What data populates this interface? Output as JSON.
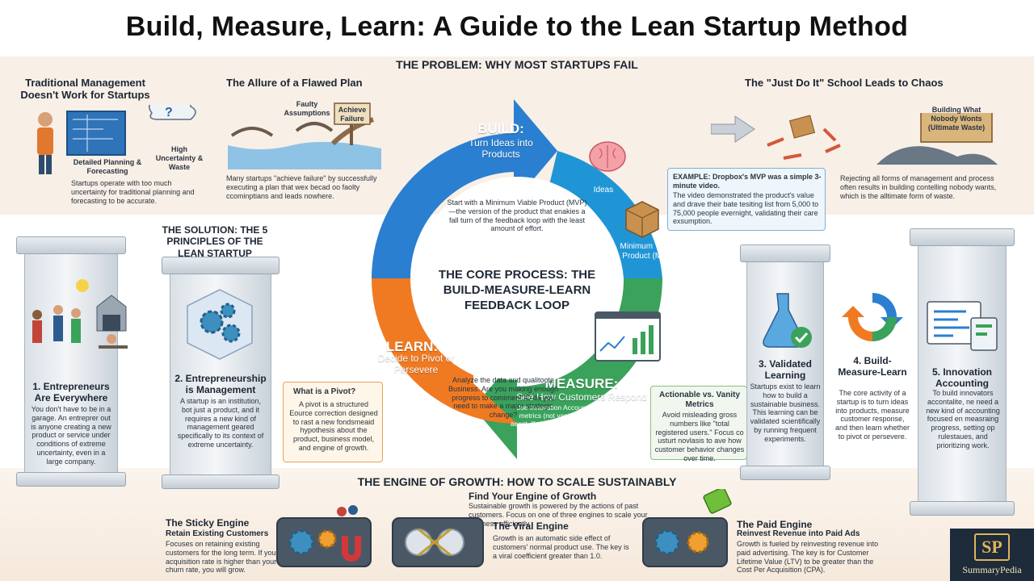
{
  "title": "Build, Measure, Learn: A Guide to the Lean Startup Method",
  "problem": {
    "heading": "THE PROBLEM: WHY MOST STARTUPS FAIL",
    "traditional": {
      "title": "Traditional Management Doesn't Work for Startups",
      "caption1": "Detailed Planning & Forecasting",
      "caption2": "High Uncertainty & Waste",
      "body": "Startups operate with too much uncertainty for traditional planning and forecasting to be accurate."
    },
    "allure": {
      "title": "The Allure of a Flawed Plan",
      "faulty": "Faulty Assumptions",
      "sign": "Achieve Failure",
      "body": "Many startups \"achieve failure\" by successfully executing a plan that wex becad oo faolty ccominptians and leads nowhere."
    },
    "justdoit": {
      "title": "The \"Just Do It\" School Leads to Chaos",
      "sign": "Building What Nobody Wonts (Ultimate Waste)",
      "body": "Rejecting all forms of management and process often results in building contelling nobody wants, which is the alltimate form of waste."
    }
  },
  "loop": {
    "core_title": "THE CORE PROCESS: THE BUILD-MEASURE-LEARN FEEDBACK LOOP",
    "build": {
      "title": "BUILD:",
      "subtitle": "Turn Ideas into Products",
      "ideas": "Ideas",
      "mvp": "Minimum Viable Product (MVP)",
      "inner": "Start with a Minimum Viable Product (MVP)—the version of the product that enakies a fall turn of the feedback loop with the least amount of effort."
    },
    "measure": {
      "title": "MEASURE:",
      "subtitle": "See How Customers Respond",
      "body": "Use Innovation Accounting and actionable metrics (not vanity matrics) to tighrbakis aeest. If your product development efferts are leading to real progress."
    },
    "learn": {
      "title": "LEARN:",
      "subtitle": "Decide to Pivot or Persevere",
      "inner": "Analyze the data and qualitoote Business. Are you making enough progress to comimen! ID da you need to make a major strategic change?"
    },
    "example": {
      "title": "EXAMPLE: Dropbox's MVP was a simple 3-minute video.",
      "body": "The video demonstrated the product's value and drave their bate tesiting list from 5,000 to 75,000 people evernight, validating their care exsumption."
    },
    "pivot": {
      "title": "What is a Pivot?",
      "body": "A pivot is a structured Eource correction designed to rast a new fondsmeaid hypothesis about the product, business model, and engine of growth."
    },
    "vanity": {
      "title": "Actionable vs. Vanity Metrics",
      "body": "Avoid misleading gross numbers like \"total registered users.\" Focus co usturt novlasis to ave how customer behavior changes over time."
    }
  },
  "solution": {
    "heading": "THE SOLUTION: THE 5 PRINCIPLES OF THE LEAN STARTUP",
    "principles": [
      {
        "title": "1. Entrepreneurs Are Everywhere",
        "body": "You don't have to be in a garage. An entreprer out is anyone creating a new product or service under conditions of extreme uncertainty, even in a large company."
      },
      {
        "title": "2. Entrepreneurship is Management",
        "body": "A startup is an institution, bot just a product, and it requires a new kind of management geared specifically to its context of extreme uncertainty."
      },
      {
        "title": "3. Validated Learning",
        "body": "Startups exist to learn how to build a sustainable business. This learning can be validated scientifically by running frequent experiments."
      },
      {
        "title": "4. Build-Measure-Learn",
        "body": "The core activity of a startup is to turn ideas into products, measure customer response, and then learn whether to pivot or persevere."
      },
      {
        "title": "5. Innovation Accounting",
        "body": "To build innovators accontalite, ne need a new kind of accounting focused en measraing progress, setting op rulestaues, and prioritizing work."
      }
    ]
  },
  "growth": {
    "heading": "THE ENGINE OF GROWTH: HOW TO SCALE SUSTAINABLY",
    "find_title": "Find Your Engine of Growth",
    "find_body": "Sustainable growth is powered by the actions of past customers. Focus on one of three engines to scale your business efficiently.",
    "sticky": {
      "title": "The Sticky Engine",
      "subtitle": "Retain Existing Customers",
      "body": "Focuses on retaining existing customers for the long term. If your acquisition rate is higher than your churn rate, you will grow."
    },
    "viral": {
      "title": "The Viral Engine",
      "body": "Growth is an automatic side effect of customers' normal product use. The key is a viral coefficient greater than 1.0."
    },
    "paid": {
      "title": "The Paid Engine",
      "subtitle": "Reinvest Revenue into Paid Ads",
      "body": "Growth is fueled by reinvesting revenue into paid advertising. The key is for Customer Lifetime Value (LTV) to be greater than the Cost Per Acquisition (CPA)."
    }
  },
  "brand": {
    "mark": "SP",
    "name": "SummaryPedia"
  },
  "colors": {
    "build": "#2b7fd0",
    "measure": "#3aa25a",
    "learn": "#f07a22",
    "navy": "#1d2b3a"
  }
}
